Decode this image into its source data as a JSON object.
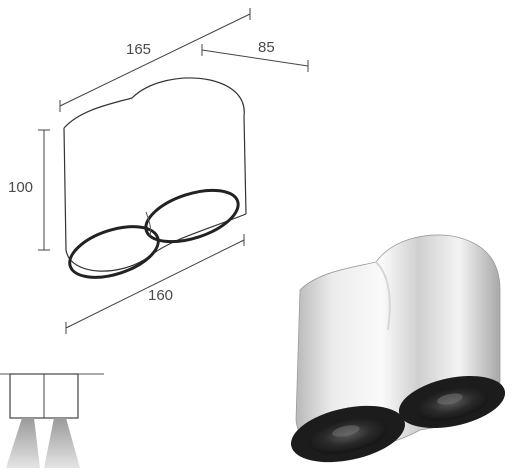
{
  "dimensions": {
    "length": "165",
    "depth": "85",
    "height": "100",
    "base_length": "160"
  }
}
